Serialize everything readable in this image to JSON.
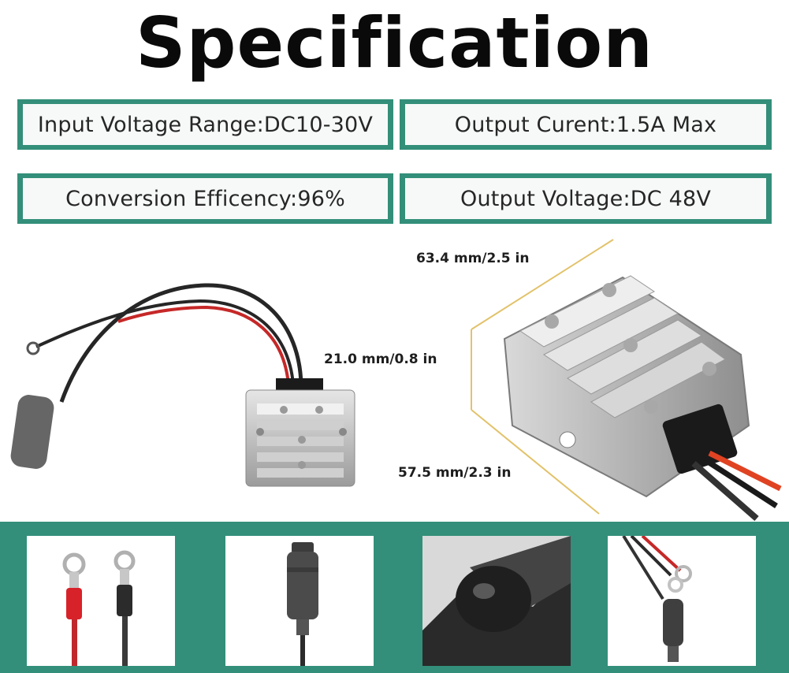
{
  "title": "Specification",
  "specs": [
    {
      "label": "Input Voltage Range:DC10-30V"
    },
    {
      "label": "Output Curent:1.5A Max"
    },
    {
      "label": "Conversion Efficency:96%"
    },
    {
      "label": "Output Voltage:DC 48V"
    }
  ],
  "dimensions": {
    "length": "63.4 mm/2.5 in",
    "height": "21.0 mm/0.8 in",
    "width": "57.5 mm/2.3 in"
  },
  "colors": {
    "accent": "#338f79",
    "title": "#0a0a0a",
    "text": "#262626",
    "dim_line": "#e2c26a"
  },
  "thumbnails": [
    {
      "icon": "ring-terminals-icon"
    },
    {
      "icon": "fuse-holder-icon"
    },
    {
      "icon": "cable-sleeve-icon"
    },
    {
      "icon": "wire-harness-icon"
    }
  ]
}
